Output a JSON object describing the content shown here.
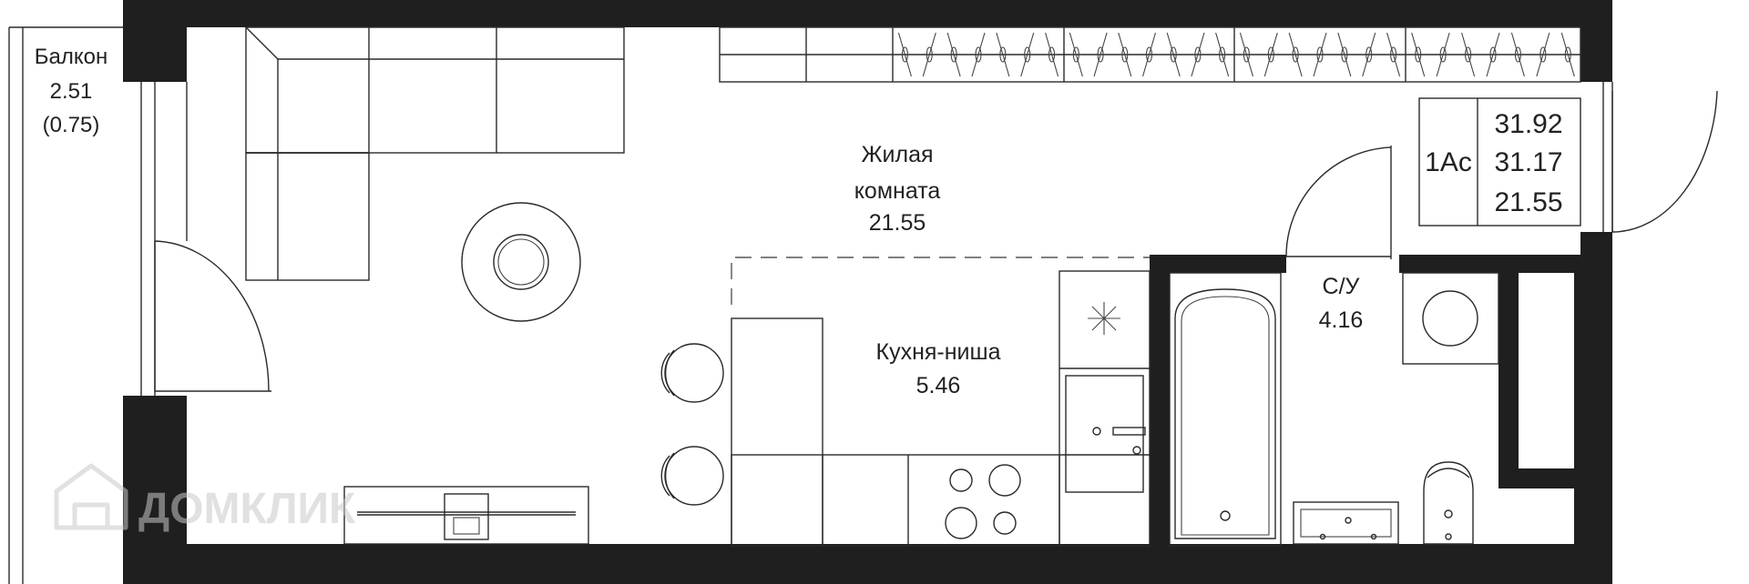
{
  "rooms": {
    "balcony": {
      "name": "Балкон",
      "area": "2.51",
      "area_coef": "(0.75)"
    },
    "living": {
      "name_line1": "Жилая",
      "name_line2": "комната",
      "area": "21.55"
    },
    "kitchen": {
      "name": "Кухня-ниша",
      "area": "5.46"
    },
    "bathroom": {
      "name": "С/У",
      "area": "4.16"
    }
  },
  "apartment_summary": {
    "type": "1Ас",
    "total_area": "31.92",
    "area_without_balcony": "31.17",
    "living_area": "21.55"
  },
  "watermark": {
    "text": "ДОМКЛИК",
    "icon": "house-icon"
  },
  "colors": {
    "wall": "#1f1f1f",
    "line": "#2a2a2a",
    "background": "#ffffff",
    "watermark": "#c9c9c9"
  }
}
